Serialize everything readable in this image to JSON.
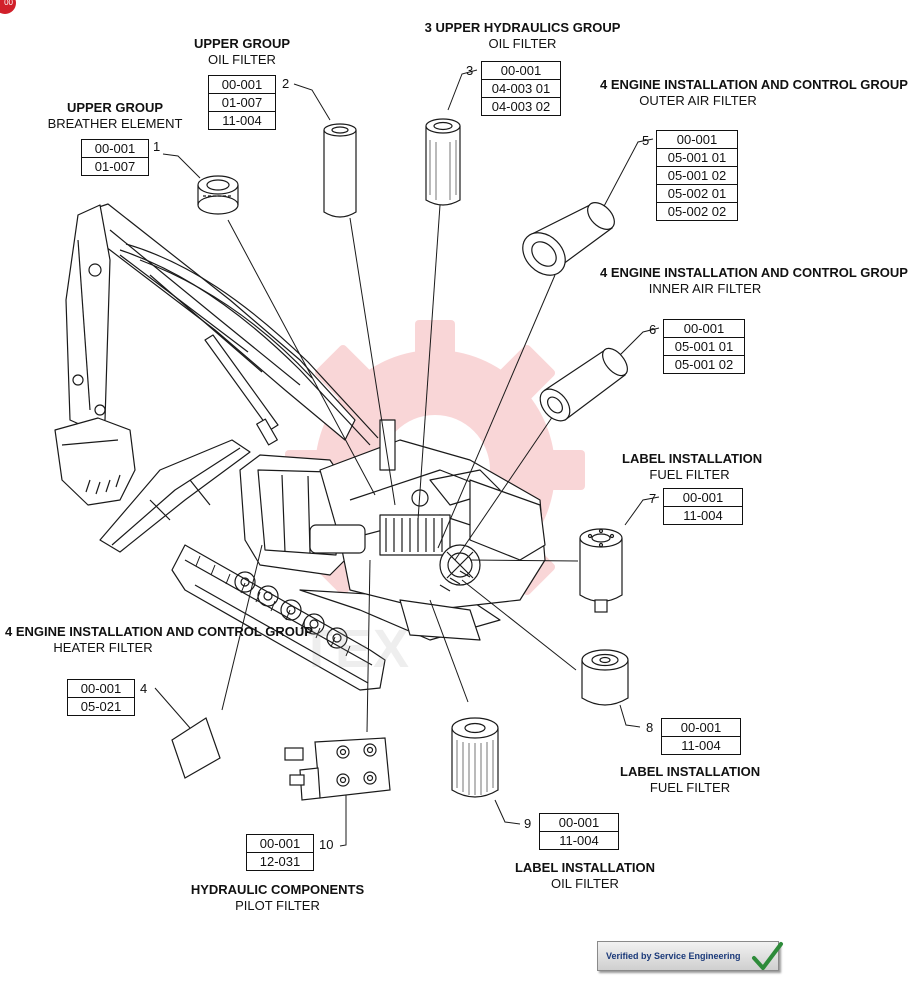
{
  "page_badge": "00",
  "watermark_text": "TEX",
  "verification_stamp": "Verified by Service Engineering",
  "callouts": [
    {
      "number": "1",
      "heading": "UPPER GROUP",
      "subtitle": "BREATHER ELEMENT",
      "refs": [
        "00-001",
        "01-007"
      ]
    },
    {
      "number": "2",
      "heading": "UPPER GROUP",
      "subtitle": "OIL FILTER",
      "refs": [
        "00-001",
        "01-007",
        "11-004"
      ]
    },
    {
      "number": "3",
      "heading": "3 UPPER HYDRAULICS GROUP",
      "subtitle": "OIL FILTER",
      "refs": [
        "00-001",
        "04-003 01",
        "04-003 02"
      ]
    },
    {
      "number": "4",
      "heading": "4 ENGINE INSTALLATION AND CONTROL GROUP",
      "subtitle": "HEATER FILTER",
      "refs": [
        "00-001",
        "05-021"
      ]
    },
    {
      "number": "5",
      "heading": "4 ENGINE INSTALLATION AND CONTROL GROUP",
      "subtitle": "OUTER AIR FILTER",
      "refs": [
        "00-001",
        "05-001 01",
        "05-001 02",
        "05-002 01",
        "05-002 02"
      ]
    },
    {
      "number": "6",
      "heading": "4 ENGINE INSTALLATION AND CONTROL GROUP",
      "subtitle": "INNER AIR FILTER",
      "refs": [
        "00-001",
        "05-001 01",
        "05-001 02"
      ]
    },
    {
      "number": "7",
      "heading": "LABEL INSTALLATION",
      "subtitle": "FUEL FILTER",
      "refs": [
        "00-001",
        "11-004"
      ]
    },
    {
      "number": "8",
      "heading": "LABEL INSTALLATION",
      "subtitle": "FUEL FILTER",
      "refs": [
        "00-001",
        "11-004"
      ]
    },
    {
      "number": "9",
      "heading": "LABEL INSTALLATION",
      "subtitle": "OIL FILTER",
      "refs": [
        "00-001",
        "11-004"
      ]
    },
    {
      "number": "10",
      "heading": "HYDRAULIC COMPONENTS",
      "subtitle": "PILOT FILTER",
      "refs": [
        "00-001",
        "12-031"
      ]
    }
  ]
}
